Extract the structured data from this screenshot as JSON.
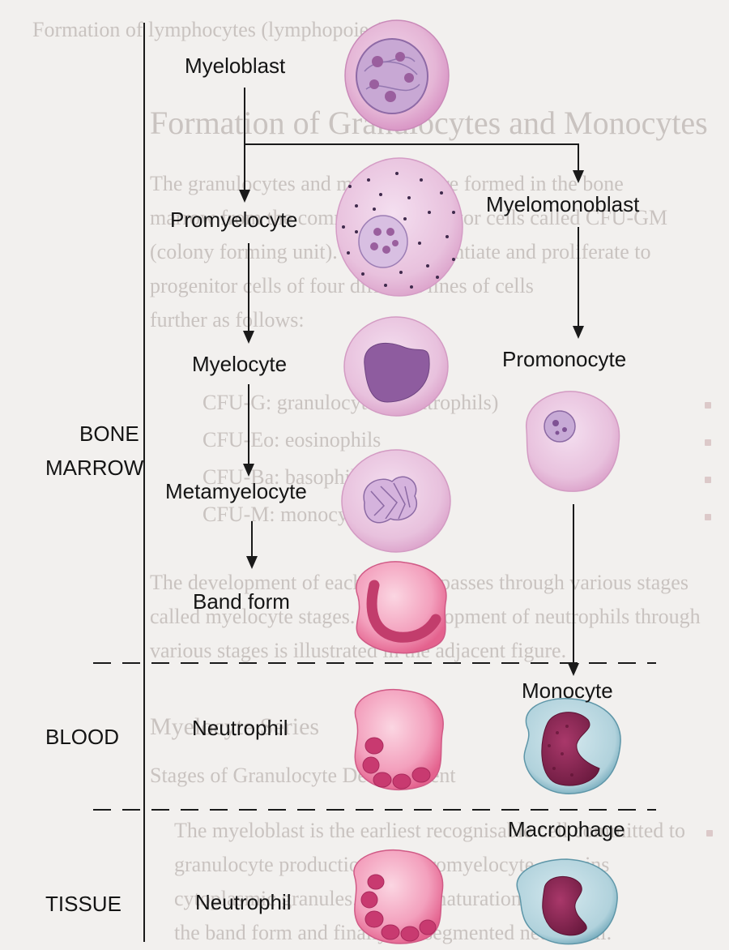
{
  "background_page": {
    "lines": [
      {
        "text": "Formation of lymphocytes (lymphopoiesis)",
        "size": 26
      },
      {
        "text": "Formation of Granulocytes and Monocytes",
        "size": 40
      },
      {
        "text": "The granulocytes and monocytes are formed in the bone",
        "size": 26
      },
      {
        "text": "marrow from the committed progenitor cells called CFU-GM",
        "size": 26
      },
      {
        "text": "(colony forming unit). These differentiate and proliferate to",
        "size": 26
      },
      {
        "text": "progenitor cells of four different lines of cells",
        "size": 26
      },
      {
        "text": "further as follows:",
        "size": 26
      },
      {
        "text": "CFU-G: granulocytes (neutrophils)",
        "size": 26
      },
      {
        "text": "CFU-Eo: eosinophils",
        "size": 26
      },
      {
        "text": "CFU-Ba: basophils",
        "size": 26
      },
      {
        "text": "CFU-M: monocytes",
        "size": 26
      },
      {
        "text": "The development of each of these passes through various stages",
        "size": 26
      },
      {
        "text": "called myelocyte stages. The development of neutrophils through",
        "size": 26
      },
      {
        "text": "various stages is illustrated in the adjacent figure.",
        "size": 26
      },
      {
        "text": "Myelocyte Series",
        "size": 30
      },
      {
        "text": "Stages of Granulocyte Development",
        "size": 26
      },
      {
        "text": "The myeloblast is the earliest recognisable cell committed to",
        "size": 26
      },
      {
        "text": "granulocyte production. The promyelocyte contains",
        "size": 26
      },
      {
        "text": "cytoplasmic granules. Further maturation forms",
        "size": 26
      },
      {
        "text": "the band form and finally the segmented neutrophil.",
        "size": 26
      }
    ]
  },
  "zones": {
    "bone_marrow": [
      "BONE",
      "MARROW"
    ],
    "blood": "BLOOD",
    "tissue": "TISSUE"
  },
  "granulocyte_series": {
    "myeloblast": "Myeloblast",
    "promyelocyte": "Promyelocyte",
    "myelocyte": "Myelocyte",
    "metamyelocyte": "Metamyelocyte",
    "band_form": "Band form",
    "neutrophil_blood": "Neutrophil",
    "neutrophil_tissue": "Neutrophil"
  },
  "monocyte_series": {
    "myelomonoblast": "Myelomonoblast",
    "promonocyte": "Promonocyte",
    "monocyte": "Monocyte",
    "macrophage": "Macrophage"
  },
  "colors": {
    "paper": "#f2f0ee",
    "ink": "#161616",
    "cell_pink": "#e6b7d4",
    "cell_light": "#ead2e6",
    "nucleus_purple": "#8a5a9a",
    "neutrophil_pink": "#ef7ea6",
    "neutrophil_nucleus": "#c33a72",
    "monocyte_cytoplasm": "#b6d4dc",
    "monocyte_nucleus": "#8a2552",
    "faint_text": "#c9c3c0"
  }
}
